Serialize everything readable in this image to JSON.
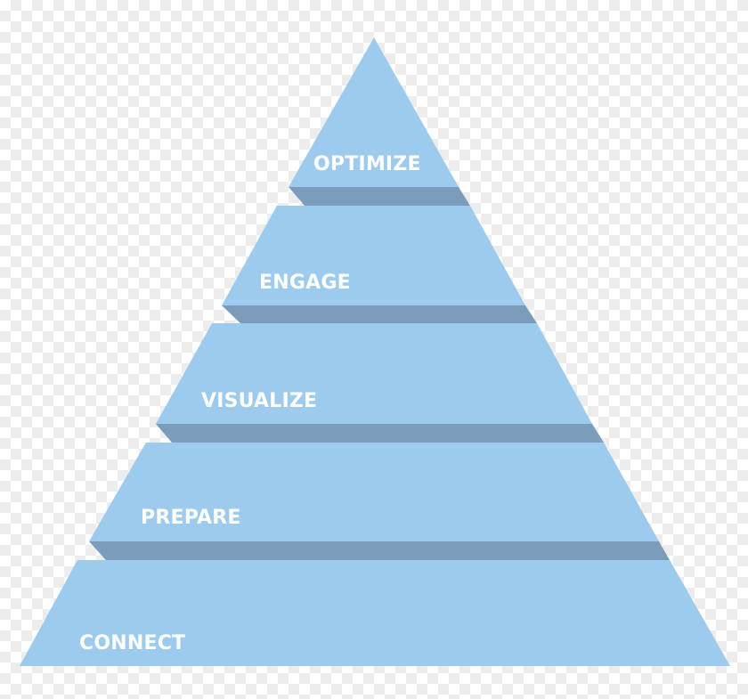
{
  "colors": {
    "face": "#9ccbee",
    "shadow": "#7b9cbb",
    "label": "#ffffff"
  },
  "tiers": [
    {
      "label": "OPTIMIZE"
    },
    {
      "label": "ENGAGE"
    },
    {
      "label": "VISUALIZE"
    },
    {
      "label": "PREPARE"
    },
    {
      "label": "CONNECT"
    }
  ]
}
